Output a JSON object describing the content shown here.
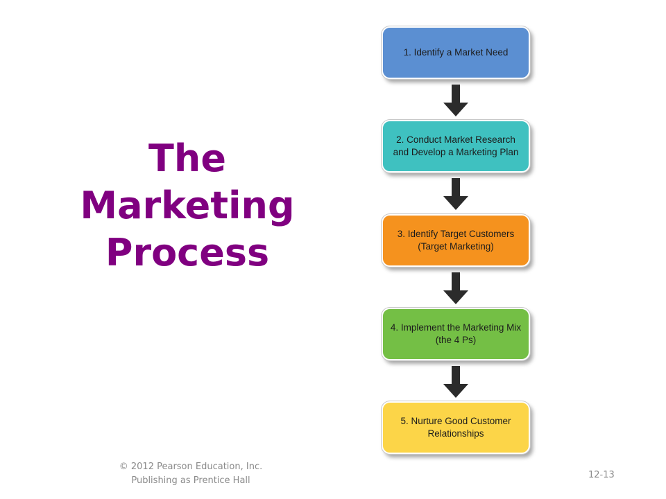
{
  "title": {
    "line1": "The",
    "line2": "Marketing",
    "line3": "Process"
  },
  "steps": [
    {
      "label": "1. Identify a Market Need",
      "color": "#5b8fd2"
    },
    {
      "label": "2. Conduct Market Research and Develop a Marketing Plan",
      "color": "#3fc1c0"
    },
    {
      "label": "3. Identify Target Customers (Target Marketing)",
      "color": "#f5921e"
    },
    {
      "label": "4. Implement the Marketing Mix (the 4 Ps)",
      "color": "#74bf45"
    },
    {
      "label": "5. Nurture Good Customer Relationships",
      "color": "#fcd548"
    }
  ],
  "arrow_color": "#2b2b2b",
  "footer": {
    "copyright_line1": "© 2012 Pearson Education, Inc.",
    "copyright_line2": "Publishing as Prentice Hall",
    "slide_number": "12-13"
  }
}
